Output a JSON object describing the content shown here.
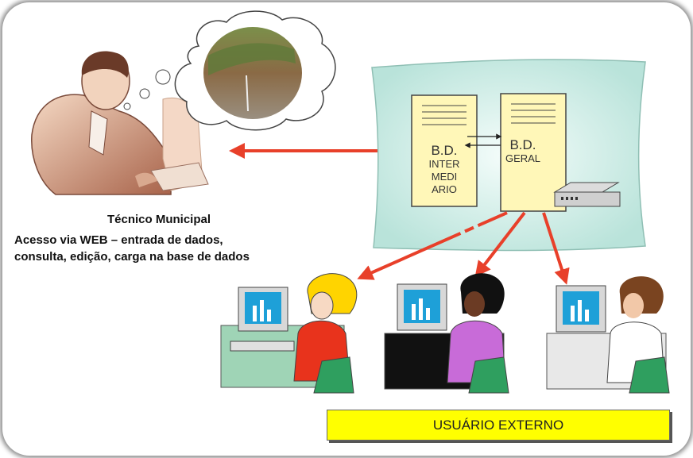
{
  "diagram": {
    "technician": {
      "title": "Técnico Municipal",
      "desc_line1": "Acesso via WEB – entrada de dados,",
      "desc_line2": "consulta, edição, carga na base de dados"
    },
    "servers": [
      {
        "lines": [
          "B.D.",
          "INTER",
          "MEDI",
          "ARIO"
        ]
      },
      {
        "lines": [
          "B.D.",
          "GERAL"
        ]
      }
    ],
    "external_user_label": "USUÁRIO EXTERNO"
  },
  "colors": {
    "arrow": "#e8402a",
    "cloud_panel": "#d8f2ec",
    "server": "#fff7b8",
    "label_bg": "#ffff00"
  }
}
